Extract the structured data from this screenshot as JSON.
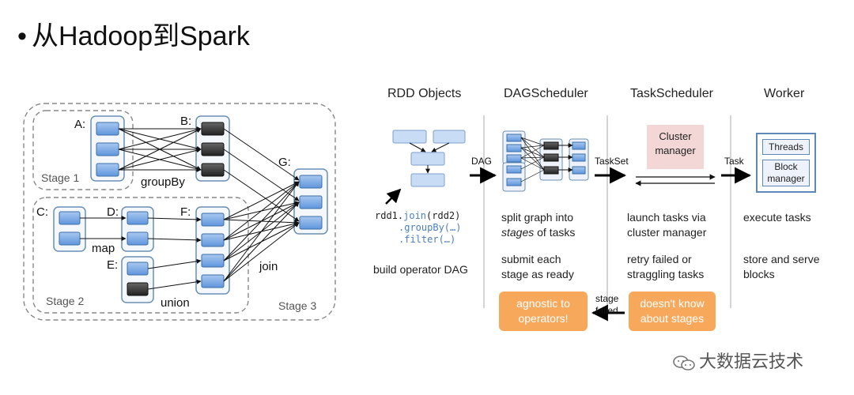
{
  "slide": {
    "title": "从Hadoop到Spark",
    "bullet": "•"
  },
  "left_diagram": {
    "nodes": {
      "A": "A:",
      "B": "B:",
      "C": "C:",
      "D": "D:",
      "E": "E:",
      "F": "F:",
      "G": "G:"
    },
    "ops": {
      "groupBy": "groupBy",
      "map": "map",
      "union": "union",
      "join": "join"
    },
    "stages": {
      "s1": "Stage 1",
      "s2": "Stage 2",
      "s3": "Stage 3"
    }
  },
  "right_diagram": {
    "headers": [
      "RDD Objects",
      "DAGScheduler",
      "TaskScheduler",
      "Worker"
    ],
    "arrows": {
      "dag": "DAG",
      "taskset": "TaskSet",
      "task": "Task",
      "stage_failed_1": "stage",
      "stage_failed_2": "failed"
    },
    "code": {
      "line1_a": "rdd1.",
      "line1_b": "join",
      "line1_c": "(rdd2)",
      "line2": ".groupBy(…)",
      "line3": ".filter(…)"
    },
    "rdd_desc": "build operator DAG",
    "dag_desc1_a": "split graph into",
    "dag_desc1_b": "stages",
    "dag_desc1_c": " of tasks",
    "dag_desc2_a": "submit each",
    "dag_desc2_b": "stage as ready",
    "cluster_manager_1": "Cluster",
    "cluster_manager_2": "manager",
    "task_desc1_a": "launch tasks via",
    "task_desc1_b": "cluster manager",
    "task_desc2_a": "retry failed or",
    "task_desc2_b": "straggling tasks",
    "worker_threads": "Threads",
    "worker_block_1": "Block",
    "worker_block_2": "manager",
    "worker_desc1": "execute tasks",
    "worker_desc2_a": "store and serve",
    "worker_desc2_b": "blocks",
    "agnostic_1": "agnostic to",
    "agnostic_2": "operators!",
    "doesnt_know_1": "doesn't know",
    "doesnt_know_2": "about stages"
  },
  "watermark": "大数据云技术",
  "colors": {
    "rdd_partition": "#7aa9e6",
    "rdd_partition_dark": "#333333",
    "rdd_group_border": "#6a8fb5",
    "stage_dash": "#888888",
    "orange_box": "#f7a85a",
    "cluster_bg": "#f3d7d7"
  }
}
